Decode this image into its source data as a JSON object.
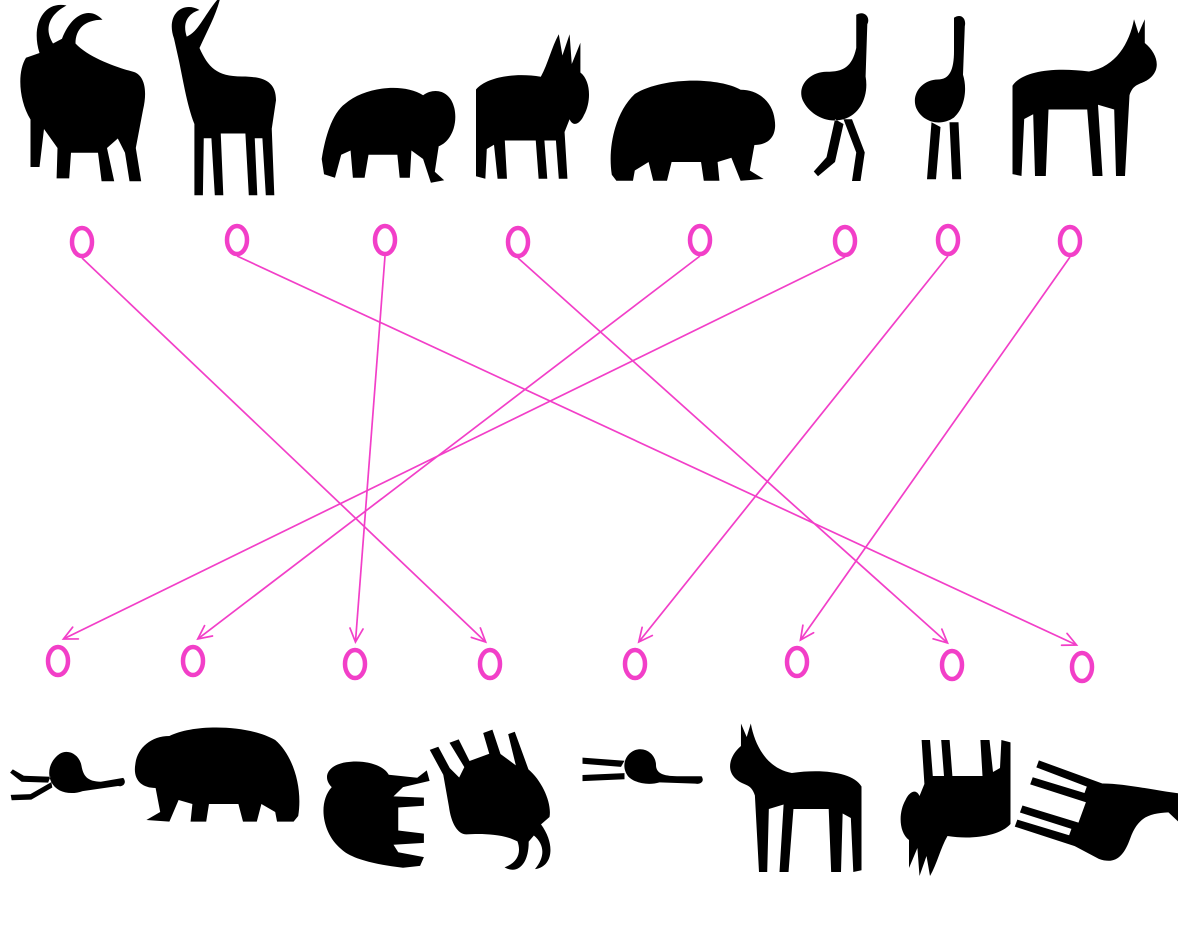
{
  "colors": {
    "accent": "#f23fc8",
    "silhouette": "#000000",
    "background": "#ffffff"
  },
  "top_row": [
    {
      "id": "t1",
      "animal": "goat"
    },
    {
      "id": "t2",
      "animal": "gazelle"
    },
    {
      "id": "t3",
      "animal": "lion"
    },
    {
      "id": "t4",
      "animal": "moose"
    },
    {
      "id": "t5",
      "animal": "bear"
    },
    {
      "id": "t6",
      "animal": "ostrich"
    },
    {
      "id": "t7",
      "animal": "ostrich-standing"
    },
    {
      "id": "t8",
      "animal": "antelope"
    }
  ],
  "bottom_row": [
    {
      "id": "b1",
      "animal": "ostrich",
      "orientation": "rotated"
    },
    {
      "id": "b2",
      "animal": "bear",
      "orientation": "mirrored"
    },
    {
      "id": "b3",
      "animal": "lion",
      "orientation": "vertical"
    },
    {
      "id": "b4",
      "animal": "goat",
      "orientation": "upside-down"
    },
    {
      "id": "b5",
      "animal": "ostrich-standing",
      "orientation": "rotated"
    },
    {
      "id": "b6",
      "animal": "antelope",
      "orientation": "mirrored"
    },
    {
      "id": "b7",
      "animal": "moose",
      "orientation": "upside-down"
    },
    {
      "id": "b8",
      "animal": "gazelle",
      "orientation": "rotated"
    }
  ],
  "connections": [
    {
      "from": "t1",
      "to": "b4"
    },
    {
      "from": "t2",
      "to": "b8"
    },
    {
      "from": "t3",
      "to": "b3"
    },
    {
      "from": "t4",
      "to": "b7"
    },
    {
      "from": "t5",
      "to": "b2"
    },
    {
      "from": "t6",
      "to": "b1"
    },
    {
      "from": "t7",
      "to": "b5"
    },
    {
      "from": "t8",
      "to": "b6"
    }
  ]
}
